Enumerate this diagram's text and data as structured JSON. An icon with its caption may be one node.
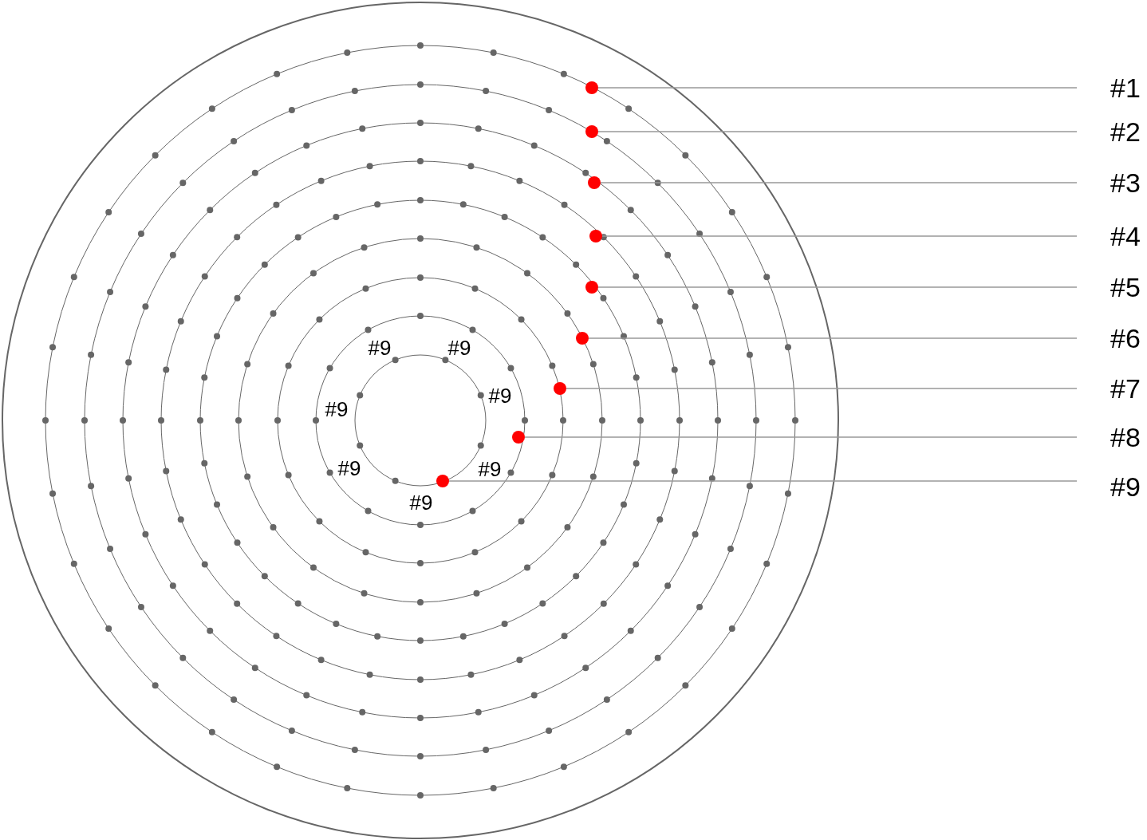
{
  "diagram": {
    "nodes": [
      {
        "text": [
          "#1"
        ]
      },
      {
        "text": [
          "#2"
        ]
      },
      {
        "text": [
          "#3"
        ]
      },
      {
        "text": [
          "#4"
        ]
      },
      {
        "text": [
          "#5"
        ]
      },
      {
        "text": [
          "#6"
        ]
      },
      {
        "text": [
          "#7"
        ]
      },
      {
        "text": [
          "#8"
        ]
      },
      {
        "text": [
          "#9"
        ]
      },
      {
        "text": [],
        "shape": "circle"
      },
      {
        "text": [],
        "shape": "circle"
      },
      {
        "text": [],
        "shape": "circle"
      },
      {
        "text": [],
        "shape": "circle"
      },
      {
        "text": [],
        "shape": "circle"
      },
      {
        "text": [],
        "shape": "circle"
      },
      {
        "text": [],
        "shape": "circle"
      },
      {
        "text": [],
        "shape": "circle"
      },
      {
        "text": [],
        "shape": "circle"
      }
    ],
    "edges": [
      {
        "from": 0,
        "to": 9,
        "arrow": "none"
      },
      {
        "from": 1,
        "to": 10,
        "arrow": "none"
      },
      {
        "from": 2,
        "to": 11,
        "arrow": "none"
      },
      {
        "from": 3,
        "to": 12,
        "arrow": "none"
      },
      {
        "from": 4,
        "to": 13,
        "arrow": "none"
      },
      {
        "from": 5,
        "to": 14,
        "arrow": "none"
      },
      {
        "from": 6,
        "to": 15,
        "arrow": "none"
      },
      {
        "from": 7,
        "to": 16,
        "arrow": "none"
      },
      {
        "from": 8,
        "to": 17,
        "arrow": "none"
      }
    ],
    "labels": [
      "#9",
      "#9",
      "#9",
      "#9",
      "#9",
      "#9",
      "#9"
    ]
  }
}
